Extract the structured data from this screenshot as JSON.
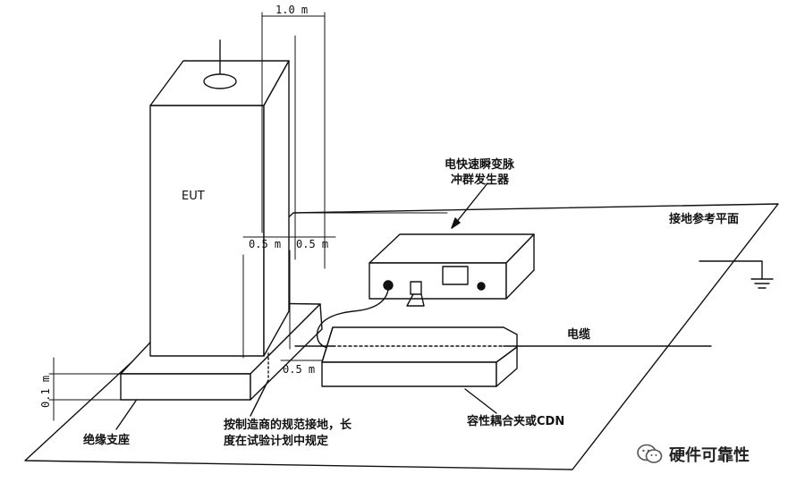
{
  "labels": {
    "dim_top": "1.0 m",
    "eut": "EUT",
    "generator_line1": "电快速瞬变脉",
    "generator_line2": "冲群发生器",
    "ground_plane": "接地参考平面",
    "dim_left_half": "0.5 m",
    "dim_right_half": "0.5 m",
    "cable": "电缆",
    "dim_cable": "0.5 m",
    "dim_height": "0.1 m",
    "support": "绝缘支座",
    "grounding_line1": "按制造商的规范接地，长",
    "grounding_line2": "度在试验计划中规定",
    "coupler": "容性耦合夹或CDN"
  },
  "watermark": {
    "text": "硬件可靠性",
    "icon": "wechat-icon"
  }
}
